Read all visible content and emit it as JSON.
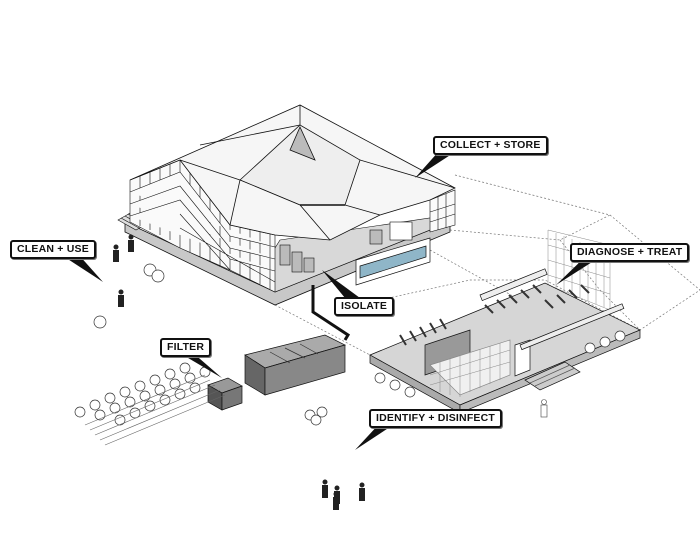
{
  "labels": {
    "collect_store": "COLLECT + STORE",
    "clean_use": "CLEAN + USE",
    "diagnose_treat": "DIAGNOSE + TREAT",
    "isolate": "ISOLATE",
    "filter": "FILTER",
    "identify_disinfect": "IDENTIFY + DISINFECT"
  },
  "colors": {
    "line": "#111111",
    "roof": "#f4f4f4",
    "slab": "#cfcfcf",
    "floor": "#d8d8d8",
    "canal": "#555555",
    "water": "#8fb6c8"
  }
}
